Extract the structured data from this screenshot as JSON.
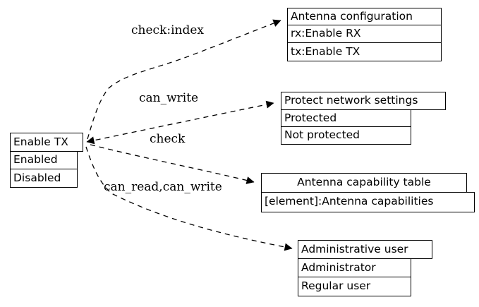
{
  "diagram": {
    "background_color": "#ffffff",
    "stroke_color": "#000000",
    "nodes": [
      {
        "id": "enable-tx",
        "header": "Enable TX",
        "rows": [
          "Enabled",
          "Disabled"
        ]
      },
      {
        "id": "antenna-configuration",
        "header": "Antenna configuration",
        "rows": [
          "rx:Enable RX",
          "tx:Enable TX"
        ]
      },
      {
        "id": "protect-network-settings",
        "header": "Protect network settings",
        "rows": [
          "Protected",
          "Not protected"
        ]
      },
      {
        "id": "antenna-capability-table",
        "header": "Antenna capability table",
        "rows": [
          "[element]:Antenna capabilities"
        ]
      },
      {
        "id": "administrative-user",
        "header": "Administrative user",
        "rows": [
          "Administrator",
          "Regular user"
        ]
      }
    ],
    "edges": [
      {
        "from": "enable-tx",
        "to": "antenna-configuration",
        "label": "check:index",
        "direction": "forward"
      },
      {
        "from": "enable-tx",
        "to": "protect-network-settings",
        "label": "can_write",
        "direction": "both"
      },
      {
        "from": "enable-tx",
        "to": "antenna-capability-table",
        "label": "check",
        "direction": "forward"
      },
      {
        "from": "enable-tx",
        "to": "administrative-user",
        "label": "can_read,can_write",
        "direction": "forward"
      }
    ]
  }
}
